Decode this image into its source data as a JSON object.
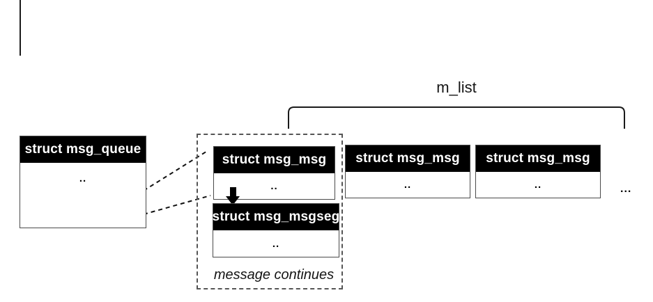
{
  "diagram": {
    "m_list": {
      "label": "m_list"
    },
    "msg_queue": {
      "title": "struct msg_queue",
      "dots": ".."
    },
    "msg_msg_first": {
      "title": "struct msg_msg",
      "dots": ".."
    },
    "msg_msgseg": {
      "title": "struct msg_msgseg",
      "dots": ".."
    },
    "msg_msg_second": {
      "title": "struct msg_msg",
      "dots": ".."
    },
    "msg_msg_third": {
      "title": "struct msg_msg",
      "dots": ".."
    },
    "message_continues_label": "message continues",
    "ellipsis": "...",
    "colors": {
      "background": "#ffffff",
      "header_bg": "#000000",
      "header_text": "#ffffff",
      "line": "#1a1a1a",
      "dashed_border": "#555555"
    }
  }
}
